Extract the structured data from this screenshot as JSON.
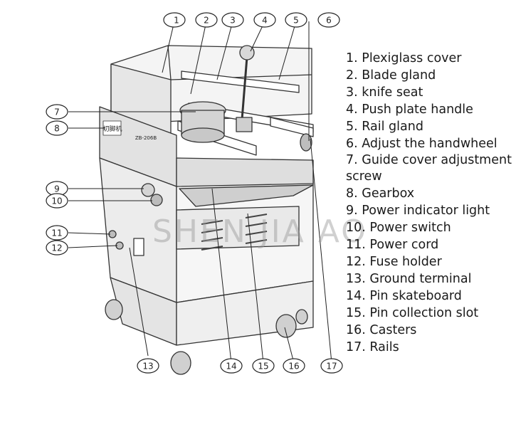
{
  "parts": [
    {
      "number": "1",
      "label": "1. Plexiglass cover"
    },
    {
      "number": "2",
      "label": "2. Blade gland"
    },
    {
      "number": "3",
      "label": "3. knife seat"
    },
    {
      "number": "4",
      "label": "4. Push plate handle"
    },
    {
      "number": "5",
      "label": "5. Rail gland"
    },
    {
      "number": "6",
      "label": "6. Adjust the handwheel"
    },
    {
      "number": "7",
      "label": "7. Guide cover adjustment screw"
    },
    {
      "number": "8",
      "label": "8. Gearbox"
    },
    {
      "number": "9",
      "label": "9. Power indicator light"
    },
    {
      "number": "10",
      "label": "10. Power switch"
    },
    {
      "number": "11",
      "label": "11. Power cord"
    },
    {
      "number": "12",
      "label": "12. Fuse holder"
    },
    {
      "number": "13",
      "label": "13. Ground terminal"
    },
    {
      "number": "14",
      "label": "14. Pin skateboard"
    },
    {
      "number": "15",
      "label": "15. Pin collection slot"
    },
    {
      "number": "16",
      "label": "16. Casters"
    },
    {
      "number": "17",
      "label": "17. Rails"
    }
  ],
  "watermark": "SHEN JIA AO",
  "machine": {
    "plate_text": "切脚机",
    "model_text": "ZB-206B"
  }
}
